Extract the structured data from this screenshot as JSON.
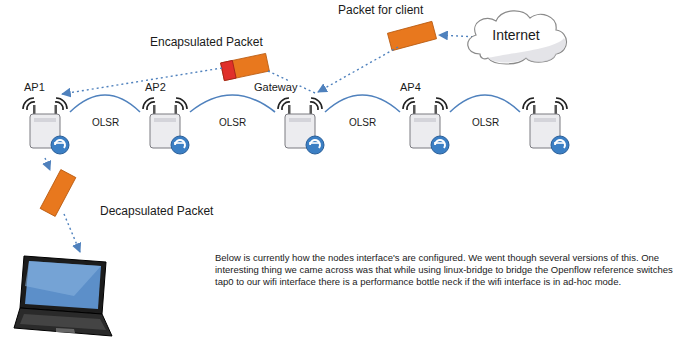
{
  "diagram": {
    "nodes": [
      {
        "text": [
          "Internet"
        ]
      }
    ],
    "labels": [
      "Encapsulated Packet",
      "Packet for client",
      "AP1",
      "AP2",
      "Gateway",
      "AP4",
      "OLSR",
      "OLSR",
      "OLSR",
      "OLSR",
      "Decapsulated Packet",
      "Below is currently how the nodes interface's are configured. We went though several versions of this. One interesting thing we came across was that while using linux-bridge to bridge the Openflow reference switches tap0 to our wifi interface there is a performance bottle neck if the wifi interface is in ad-hoc mode."
    ]
  }
}
